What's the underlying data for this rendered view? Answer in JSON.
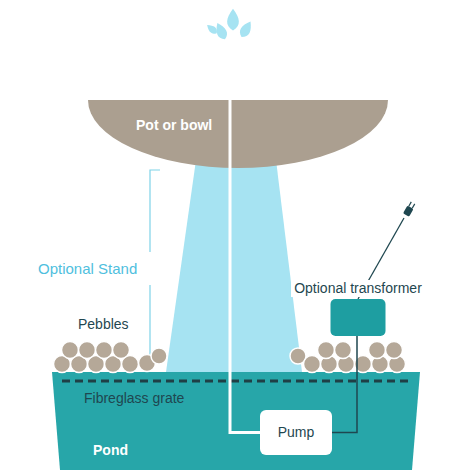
{
  "diagram": {
    "nodes": [
      {
        "text": [
          "Pot or bowl"
        ]
      },
      {
        "text": [
          "Optional transformer"
        ]
      },
      {
        "text": [
          "Pond"
        ]
      },
      {
        "text": [
          "Pump"
        ],
        "in": 2
      }
    ],
    "edges": [
      {
        "from": 3,
        "to": 0,
        "arrow": "none"
      },
      {
        "from": 3,
        "to": 1,
        "arrow": "none"
      }
    ],
    "labels": [
      "Optional Stand",
      "Pebbles",
      "Fibreglass grate"
    ]
  }
}
